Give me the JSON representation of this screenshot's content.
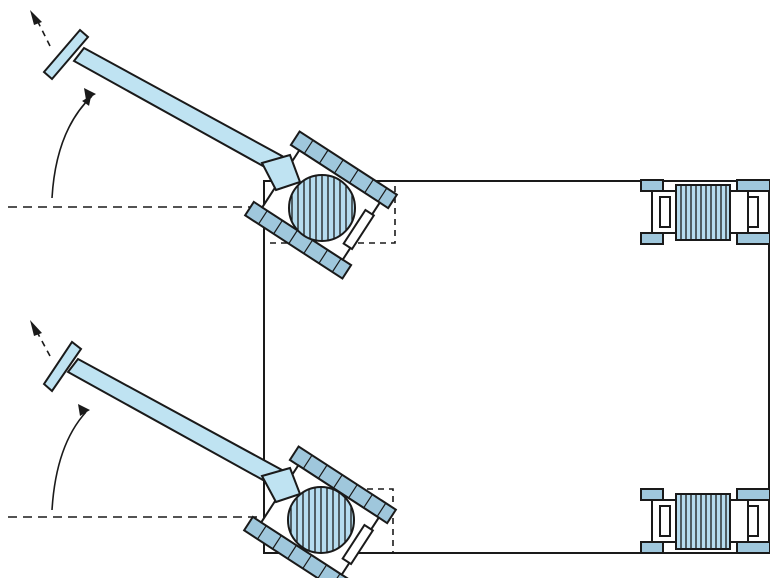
{
  "colors": {
    "background": "#ffffff",
    "line": "#1a1a1a",
    "handle_fill": "#bfe3f2",
    "wheel_fill": "#b6dcef",
    "track_fill": "#9fc7dc"
  },
  "assemblies": [
    {
      "name": "upper-steering-assembly",
      "handle_state": "turned",
      "motion_arrow": "counterclockwise"
    },
    {
      "name": "lower-steering-assembly",
      "handle_state": "turned",
      "motion_arrow": "counterclockwise"
    }
  ],
  "rear_wheels": 2,
  "icons": [
    "rotation-arrow-icon",
    "direction-arrow-icon"
  ]
}
